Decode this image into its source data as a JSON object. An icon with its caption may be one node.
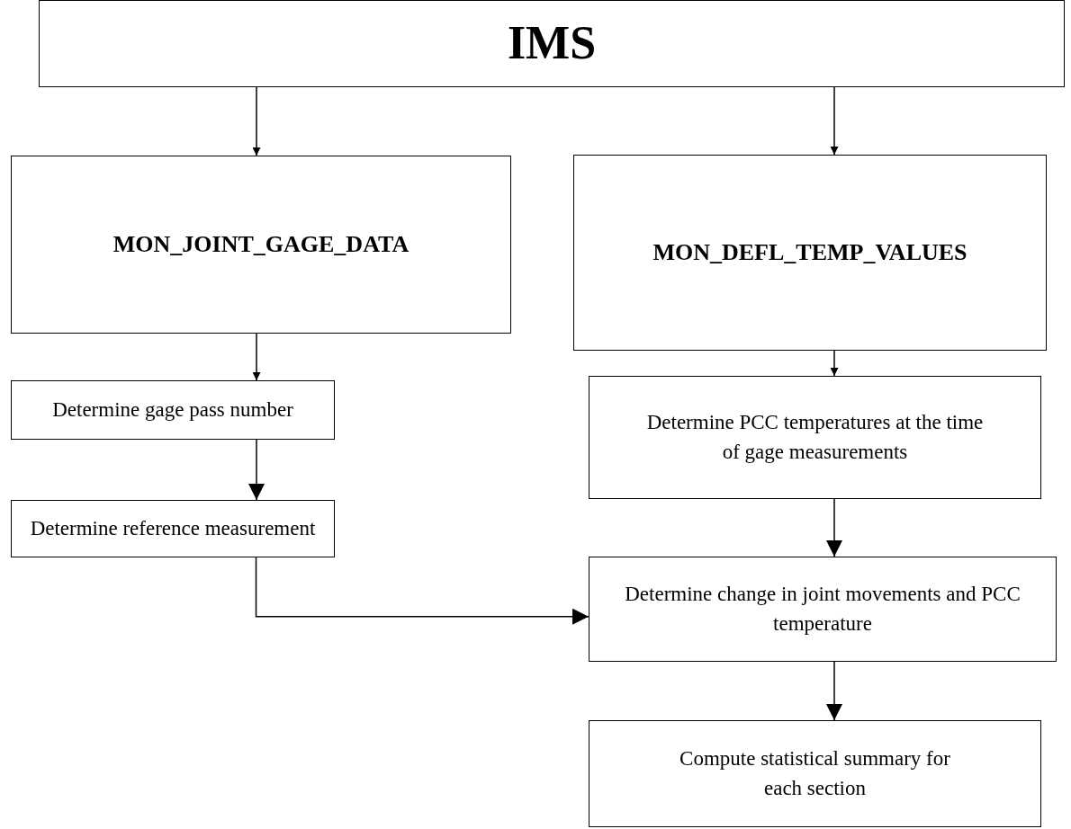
{
  "diagram": {
    "nodes": [
      {
        "text": [
          "IMS"
        ]
      },
      {
        "text": [
          "MON_JOINT_GAGE_DATA"
        ]
      },
      {
        "text": [
          "MON_DEFL_TEMP_VALUES"
        ]
      },
      {
        "text": [
          "Determine gage pass number"
        ]
      },
      {
        "text": [
          "Determine reference measurement"
        ]
      },
      {
        "text": [
          "Determine PCC temperatures at the time of gage measurements"
        ]
      },
      {
        "text": [
          "Determine change in joint movements and PCC temperature"
        ]
      },
      {
        "text": [
          "Compute statistical summary for each section"
        ]
      }
    ],
    "edges": [
      {
        "from": 0,
        "to": 1,
        "arrow": "to"
      },
      {
        "from": 0,
        "to": 2,
        "arrow": "to"
      },
      {
        "from": 1,
        "to": 3,
        "arrow": "to"
      },
      {
        "from": 3,
        "to": 4,
        "arrow": "to"
      },
      {
        "from": 2,
        "to": 5,
        "arrow": "to"
      },
      {
        "from": 5,
        "to": 6,
        "arrow": "to"
      },
      {
        "from": 4,
        "to": 6,
        "arrow": "to"
      },
      {
        "from": 6,
        "to": 7,
        "arrow": "to"
      }
    ]
  }
}
